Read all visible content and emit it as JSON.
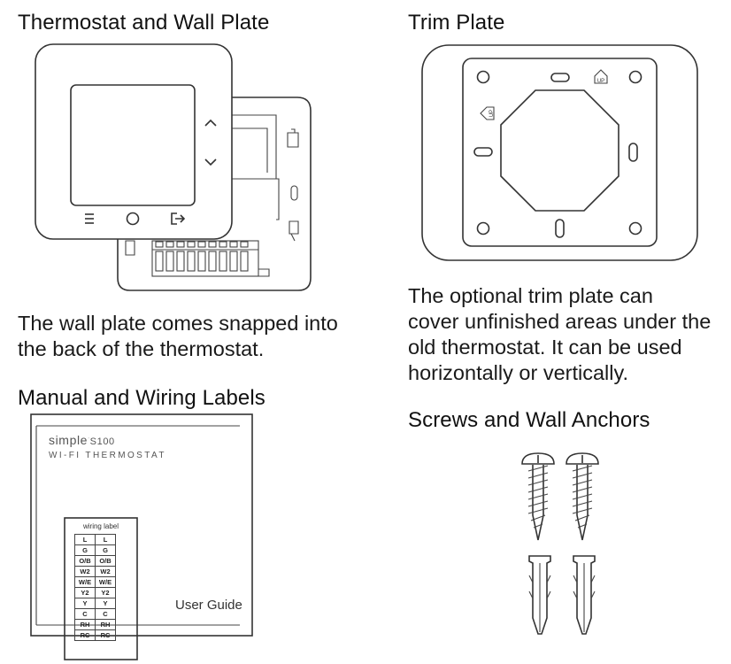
{
  "sections": {
    "thermostat": {
      "heading": "Thermostat and Wall Plate",
      "description": "The wall plate comes snapped into the back of the thermostat.",
      "description_lines": [
        "The wall plate comes snapped into",
        "the back of the thermostat."
      ]
    },
    "trim_plate": {
      "heading": "Trim Plate",
      "description_lines": [
        "The optional trim plate can",
        "cover unfinished areas under the",
        "old thermostat. It can be used",
        "horizontally or vertically."
      ],
      "up_label": "UP"
    },
    "manual": {
      "heading": "Manual and Wiring Labels",
      "brand": "simple",
      "model": "S100",
      "subtitle": "WI-FI  THERMOSTAT",
      "user_guide": "User Guide",
      "wiring_label_title": "wiring label",
      "wiring_rows": [
        [
          "L",
          "L"
        ],
        [
          "G",
          "G"
        ],
        [
          "O/B",
          "O/B"
        ],
        [
          "W2",
          "W2"
        ],
        [
          "W/E",
          "W/E"
        ],
        [
          "Y2",
          "Y2"
        ],
        [
          "Y",
          "Y"
        ],
        [
          "C",
          "C"
        ],
        [
          "RH",
          "RH"
        ],
        [
          "RC",
          "RC"
        ]
      ]
    },
    "screws": {
      "heading": "Screws and Wall Anchors"
    }
  }
}
